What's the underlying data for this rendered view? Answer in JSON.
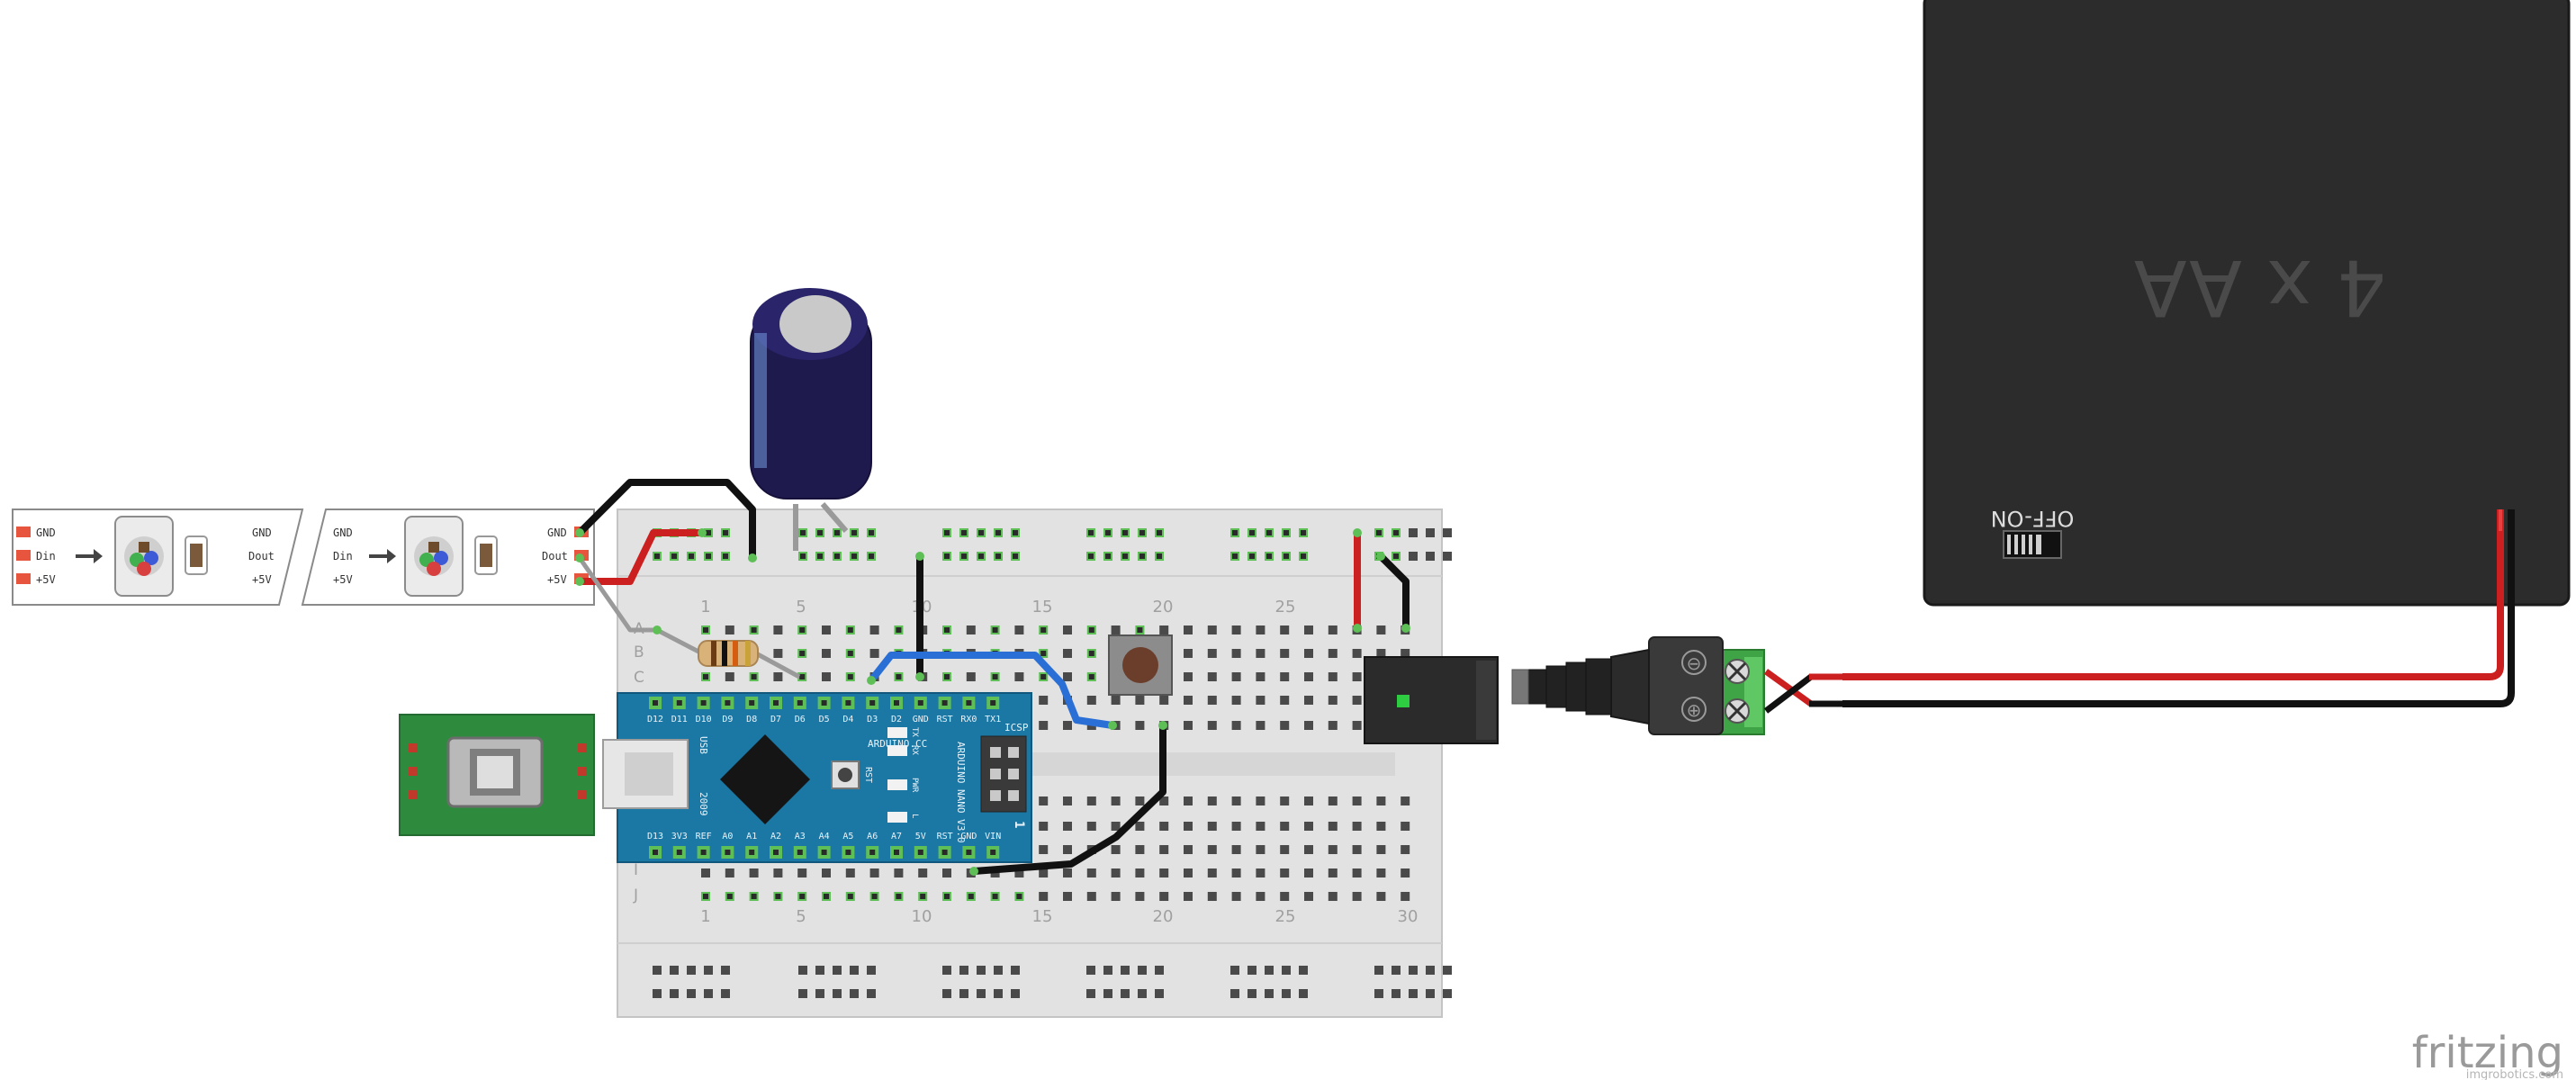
{
  "led_strip": {
    "left_pins": [
      "GND",
      "Din",
      "+5V"
    ],
    "right_pins": [
      "GND",
      "Dout",
      "+5V"
    ]
  },
  "breadboard": {
    "row_letters_top": [
      "A",
      "B",
      "C"
    ],
    "row_letters_bottom": [
      "I",
      "J"
    ],
    "column_numbers_top": [
      "1",
      "5",
      "10",
      "15",
      "20",
      "25"
    ],
    "column_numbers_bottom": [
      "1",
      "5",
      "10",
      "15",
      "20",
      "25",
      "30"
    ]
  },
  "arduino": {
    "top_pins": [
      "D12",
      "D11",
      "D10",
      "D9",
      "D8",
      "D7",
      "D6",
      "D5",
      "D4",
      "D3",
      "D2",
      "GND",
      "RST",
      "RX0",
      "TX1"
    ],
    "bottom_pins": [
      "D13",
      "3V3",
      "REF",
      "A0",
      "A1",
      "A2",
      "A3",
      "A4",
      "A5",
      "A6",
      "A7",
      "5V",
      "RST",
      "GND",
      "VIN"
    ],
    "brand": "ARDUINO.CC",
    "model": "ARDUINO NANO V3.0",
    "icsp": "ICSP",
    "usb": "USB",
    "board_label_left": "2009",
    "rst_label": "RST",
    "led_labels": [
      "TX",
      "RX",
      "PWR",
      "L"
    ],
    "pin_one": "1"
  },
  "battery_pack": {
    "label": "4 x AA",
    "switch_label": "OFF-ON"
  },
  "terminal": {
    "minus": "⊖",
    "plus": "⊕"
  },
  "footer": {
    "brand": "fritzing",
    "watermark": "imgrobotics.com"
  },
  "colors": {
    "wire_black": "#111111",
    "wire_red": "#cc1f1f",
    "wire_blue": "#2a6fd6",
    "wire_gray": "#9a9a9a",
    "nano_blue": "#1b78a5",
    "breadboard": "#e2e2e2",
    "battery": "#2c2c2c",
    "pcb_green": "#2e8b3e",
    "capacitor": "#1f1a4d"
  }
}
